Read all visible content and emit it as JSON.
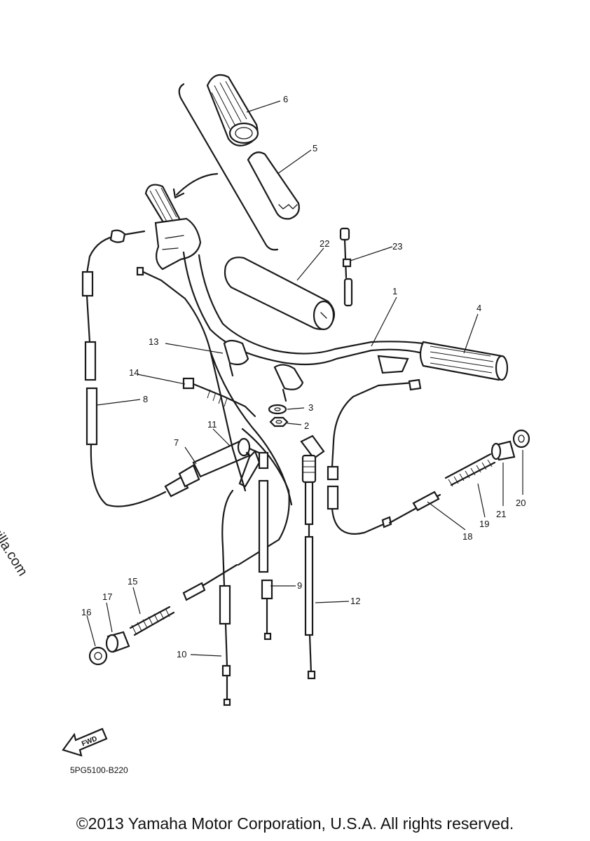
{
  "watermark": "© Partzilla.com",
  "diagram_code": "5PG5100-B220",
  "copyright": "©2013 Yamaha Motor Corporation, U.S.A. All rights reserved.",
  "fwd_label": "FWD",
  "callouts": [
    "1",
    "2",
    "3",
    "4",
    "5",
    "6",
    "7",
    "8",
    "9",
    "10",
    "11",
    "12",
    "13",
    "14",
    "15",
    "16",
    "17",
    "18",
    "19",
    "20",
    "21",
    "22",
    "23"
  ]
}
